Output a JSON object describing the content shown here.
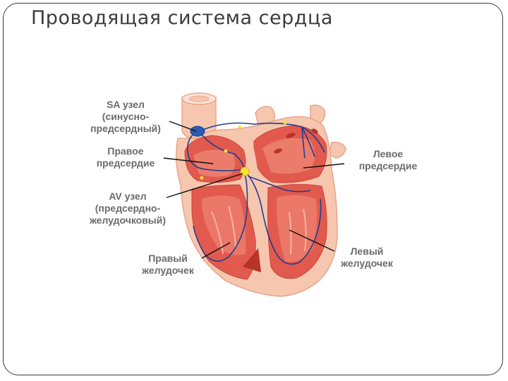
{
  "slide": {
    "title": "Проводящая система сердца"
  },
  "diagram": {
    "labels": {
      "sa_node": [
        "SA узел",
        "(синусно-",
        "предсердный)"
      ],
      "right_atrium": [
        "Правое",
        "предсердие"
      ],
      "av_node": [
        "AV узел",
        "(предсердно-",
        "желудочковый)"
      ],
      "right_ventricle": [
        "Правый",
        "желудочек"
      ],
      "left_atrium": [
        "Левое",
        "предсердие"
      ],
      "left_ventricle": [
        "Левый",
        "желудочек"
      ]
    },
    "colors": {
      "tissue_outer": "#f6c6ae",
      "tissue_edge": "#e8a58a",
      "chamber": "#e25a4e",
      "chamber_light": "#f08a78",
      "conduction_path": "#1f3f8f",
      "node_yellow": "#f7e23a",
      "label_text": "#6b6b6b",
      "pointer_line": "#111111"
    }
  }
}
